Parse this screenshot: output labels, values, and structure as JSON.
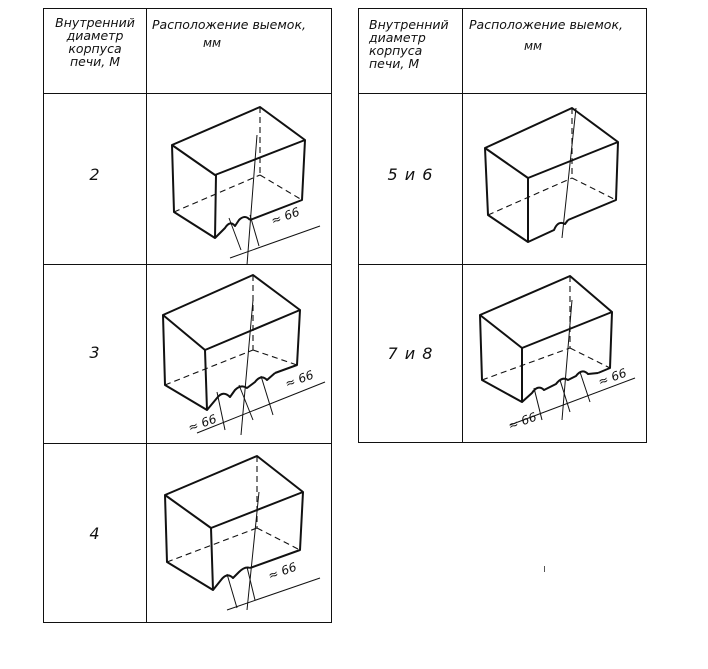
{
  "tables": {
    "left": {
      "header_col1": "Внутренний\nдиаметр\nкорпуса\nпечи, М",
      "header_col2": "Расположение выемок,",
      "header_unit": "мм",
      "rows": [
        {
          "label": "2",
          "dim": "≈ 66"
        },
        {
          "label": "3",
          "dim_left": "≈ 66",
          "dim_right": "≈ 66"
        },
        {
          "label": "4",
          "dim": "≈ 66"
        }
      ]
    },
    "right": {
      "header_col1": "Внутренний\nдиаметр\nкорпуса\nпечи, М",
      "header_col2": "Расположение выемок,",
      "header_unit": "мм",
      "rows": [
        {
          "label": "5 и 6"
        },
        {
          "label": "7 и 8",
          "dim_left": "≈ 66",
          "dim_right": "≈ 66"
        }
      ]
    }
  }
}
